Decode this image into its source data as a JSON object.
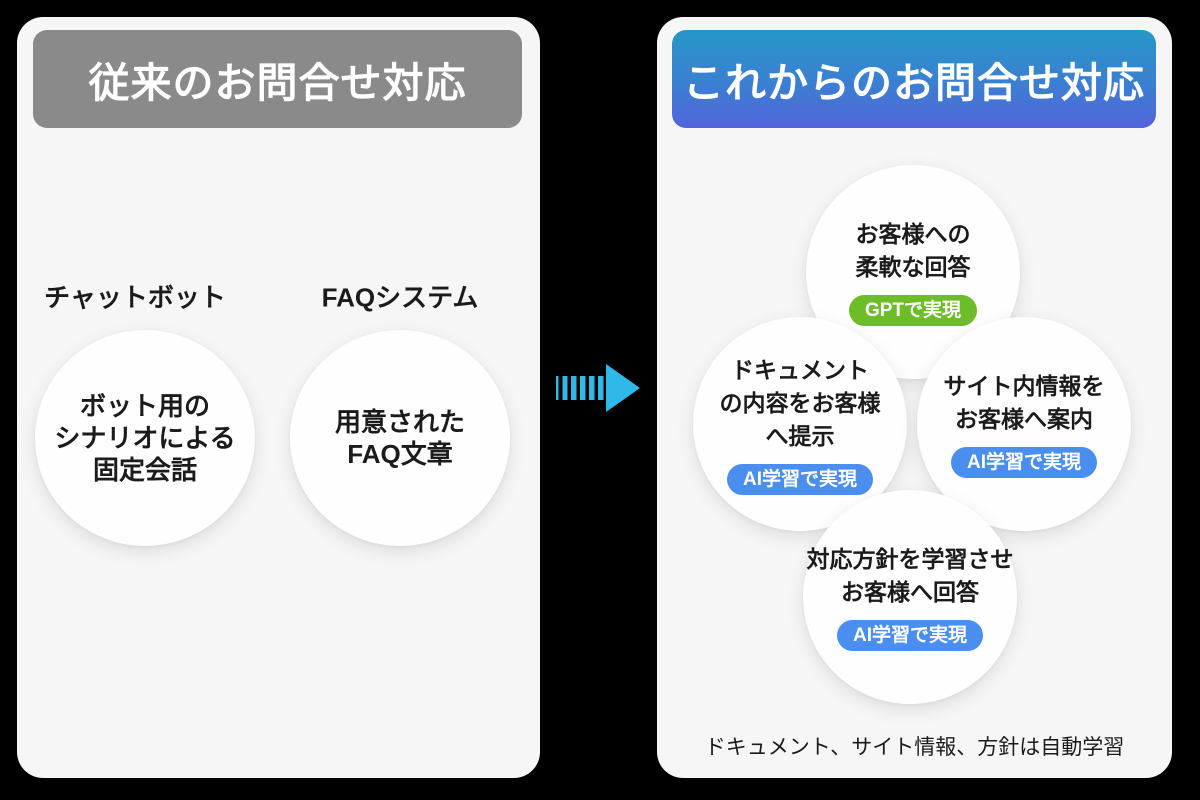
{
  "left_panel": {
    "title": "従来のお問合せ対応",
    "groups": [
      {
        "label": "チャットボット",
        "circle_lines": [
          "ボット用の",
          "シナリオによる",
          "固定会話"
        ]
      },
      {
        "label": "FAQシステム",
        "circle_lines": [
          "用意された",
          "FAQ文章"
        ]
      }
    ]
  },
  "arrow": {
    "direction": "right",
    "color": "#2fb8e8"
  },
  "right_panel": {
    "title": "これからのお問合せ対応",
    "circles": [
      {
        "position": "top",
        "lines": [
          "お客様への",
          "柔軟な回答"
        ],
        "badge": {
          "label": "GPTで実現",
          "color": "#6cbd27"
        }
      },
      {
        "position": "left",
        "lines": [
          "ドキュメント",
          "の内容をお客様",
          "へ提示"
        ],
        "badge": {
          "label": "AI学習で実現",
          "color": "#4a8ef0"
        }
      },
      {
        "position": "right",
        "lines": [
          "サイト内情報を",
          "お客様へ案内"
        ],
        "badge": {
          "label": "AI学習で実現",
          "color": "#4a8ef0"
        }
      },
      {
        "position": "bottom",
        "lines": [
          "対応方針を学習させ",
          "お客様へ回答"
        ],
        "badge": {
          "label": "AI学習で実現",
          "color": "#4a8ef0"
        }
      }
    ],
    "footnote": "ドキュメント、サイト情報、方針は自動学習"
  },
  "colors": {
    "background": "#000000",
    "card": "#f6f6f6",
    "legacy_header": "#8a8a8a",
    "modern_header_gradient_top": "#2697c8",
    "modern_header_gradient_bottom": "#5264db",
    "circle": "#fefefe",
    "arrow": "#2fb8e8",
    "gpt_badge": "#6cbd27",
    "ai_badge": "#4a8ef0"
  }
}
